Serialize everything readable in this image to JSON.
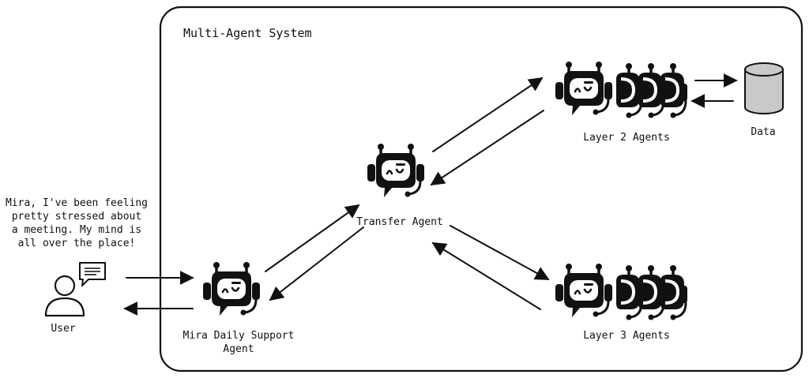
{
  "system": {
    "title": "Multi-Agent System"
  },
  "user": {
    "label": "User",
    "message_lines": [
      "Mira, I've been feeling",
      "pretty stressed about",
      "a meeting. My mind is",
      "all over the place!"
    ]
  },
  "agents": {
    "mira": {
      "label_lines": [
        "Mira Daily Support",
        "Agent"
      ]
    },
    "transfer": {
      "label": "Transfer Agent"
    },
    "layer2": {
      "label": "Layer 2 Agents"
    },
    "layer3": {
      "label": "Layer 3 Agents"
    }
  },
  "data_store": {
    "label": "Data"
  },
  "colors": {
    "ink": "#111111",
    "cylinder_fill": "#c9c9c9",
    "background": "#ffffff"
  },
  "icons": {
    "agent": "robot-headset-icon",
    "user": "user-icon",
    "message": "speech-bubble-icon",
    "data": "database-cylinder-icon"
  }
}
